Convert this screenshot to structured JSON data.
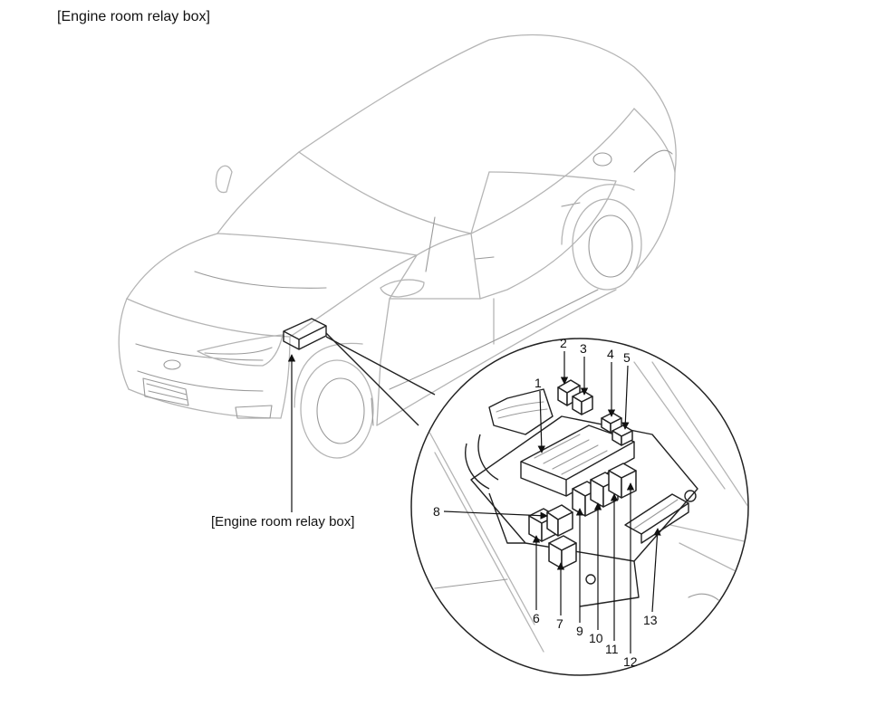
{
  "header": {
    "title": "[Engine room relay box]"
  },
  "callout": {
    "label": "[Engine room relay box]"
  },
  "detail": {
    "numbers": [
      "1",
      "2",
      "3",
      "4",
      "5",
      "6",
      "7",
      "8",
      "9",
      "10",
      "11",
      "12",
      "13"
    ]
  }
}
